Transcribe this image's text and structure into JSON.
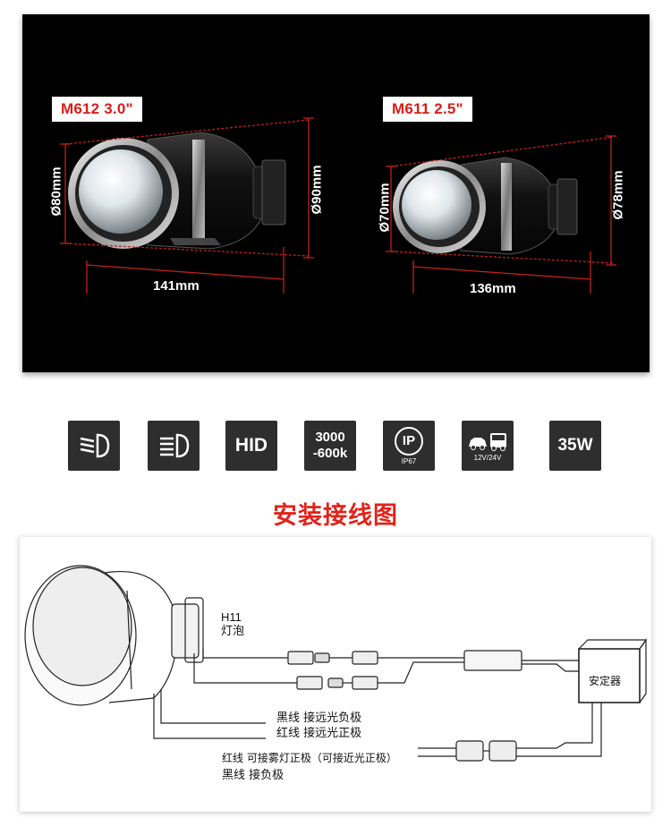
{
  "products": [
    {
      "model": "M612  3.0\"",
      "diameter_front": "Ø80mm",
      "diameter_rear": "Ø90mm",
      "length": "141mm"
    },
    {
      "model": "M611  2.5\"",
      "diameter_front": "Ø70mm",
      "diameter_rear": "Ø78mm",
      "length": "136mm"
    }
  ],
  "features": [
    {
      "icon": "low-beam-headlight-icon",
      "label": ""
    },
    {
      "icon": "high-beam-headlight-icon",
      "label": ""
    },
    {
      "icon": "hid-icon",
      "label": "HID"
    },
    {
      "icon": "color-temperature-icon",
      "label_line1": "3000",
      "label_line2": "-600k"
    },
    {
      "icon": "ip67-icon",
      "label_main": "IP",
      "label_sub": "IP67"
    },
    {
      "icon": "vehicle-voltage-icon",
      "label": "12V/24V"
    },
    {
      "icon": "wattage-icon",
      "label": "35W"
    }
  ],
  "wiring": {
    "title": "安装接线图",
    "bulb_line1": "H11",
    "bulb_line2": "灯泡",
    "ballast": "安定器",
    "black_wire_far_neg": "黑线  接远光负极",
    "red_wire_far_pos": "红线  接远光正极",
    "red_wire_fog": "红线  可接雾灯正极（可接近光正极）",
    "black_wire_neg": "黑线  接负极"
  },
  "colors": {
    "accent_red": "#d81e18",
    "dimension_line": "#c0211b",
    "tile_bg": "#2e2e2e"
  }
}
